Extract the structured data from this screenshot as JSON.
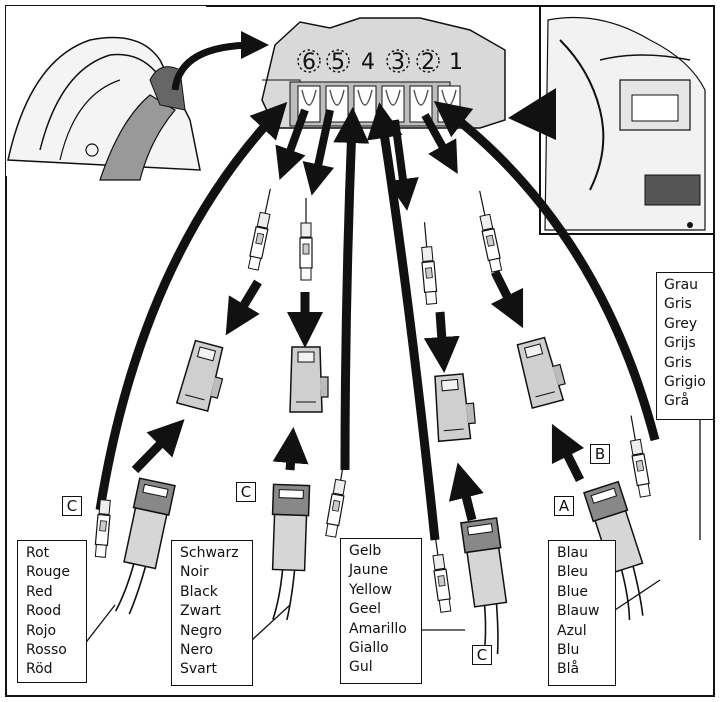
{
  "pin_numbers": [
    "6",
    "5",
    "4",
    "3",
    "2",
    "1"
  ],
  "tags": {
    "a": "A",
    "b": "B",
    "c1": "C",
    "c2": "C",
    "c3": "C"
  },
  "wire_colors": {
    "red": [
      "Rot",
      "Rouge",
      "Red",
      "Rood",
      "Rojo",
      "Rosso",
      "Röd"
    ],
    "black": [
      "Schwarz",
      "Noir",
      "Black",
      "Zwart",
      "Negro",
      "Nero",
      "Svart"
    ],
    "yellow": [
      "Gelb",
      "Jaune",
      "Yellow",
      "Geel",
      "Amarillo",
      "Giallo",
      "Gul"
    ],
    "blue": [
      "Blau",
      "Bleu",
      "Blue",
      "Blauw",
      "Azul",
      "Blu",
      "Blå"
    ],
    "grey": [
      "Grau",
      "Gris",
      "Grey",
      "Grijs",
      "Gris",
      "Grigio",
      "Grå"
    ]
  }
}
